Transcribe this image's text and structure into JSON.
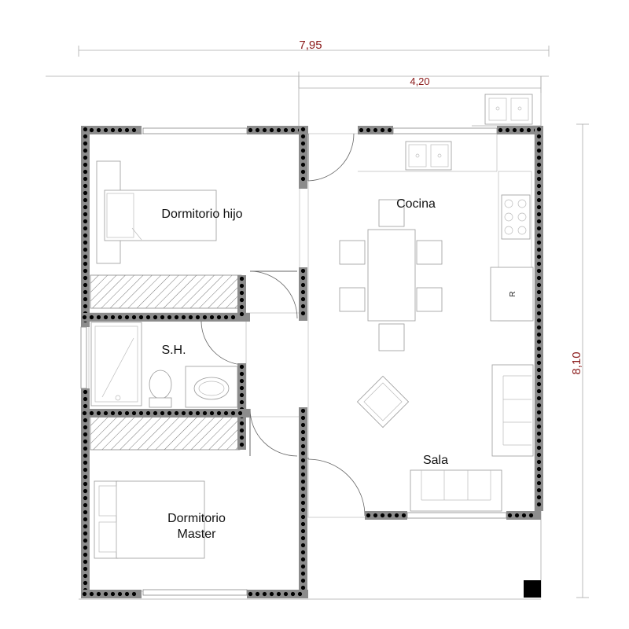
{
  "dimensions": {
    "total_width": "7,95",
    "kitchen_width": "4,20",
    "total_height": "8,10"
  },
  "rooms": {
    "dormitorio_hijo": "Dormitorio hijo",
    "cocina": "Cocina",
    "sh": "S.H.",
    "sala": "Sala",
    "dormitorio_master_line1": "Dormitorio",
    "dormitorio_master_line2": "Master"
  },
  "labels": {
    "refrigerator": "R"
  },
  "colors": {
    "dimension": "#8b1a1a",
    "wall_block": "#8c8c8c",
    "wall_hole": "#000000",
    "hatch": "#666666"
  }
}
